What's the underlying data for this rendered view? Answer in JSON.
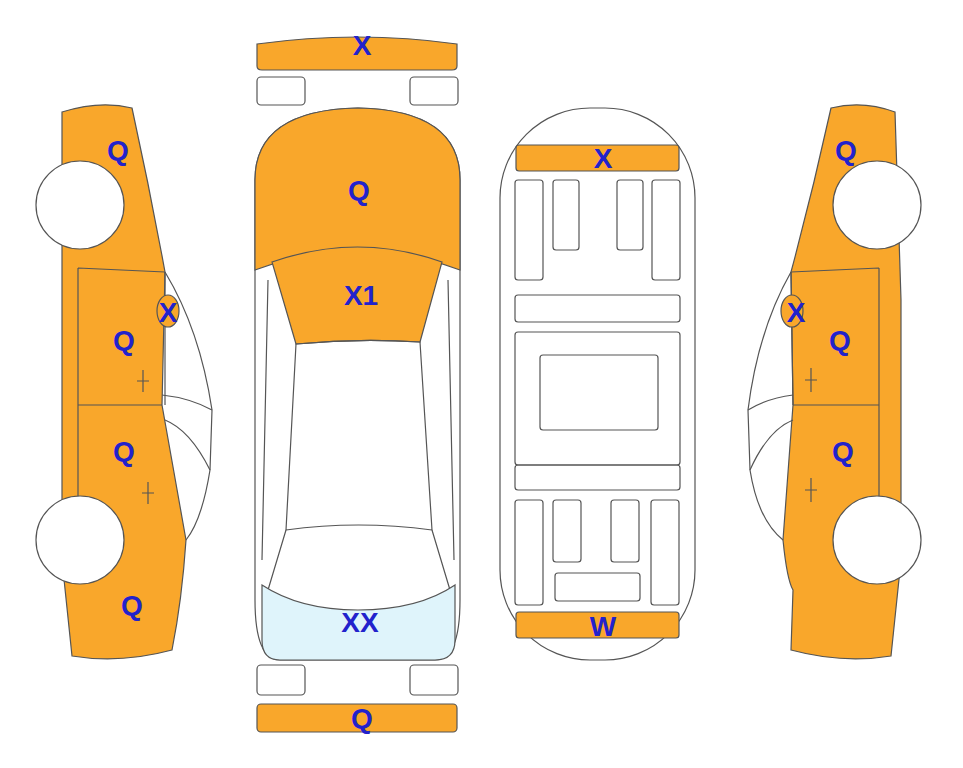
{
  "diagram": {
    "labels": [
      "X",
      "Q",
      "X",
      "Q",
      "Q",
      "X1",
      "X",
      "X",
      "Q",
      "Q",
      "Q",
      "Q",
      "Q",
      "XX",
      "W",
      "Q"
    ]
  }
}
